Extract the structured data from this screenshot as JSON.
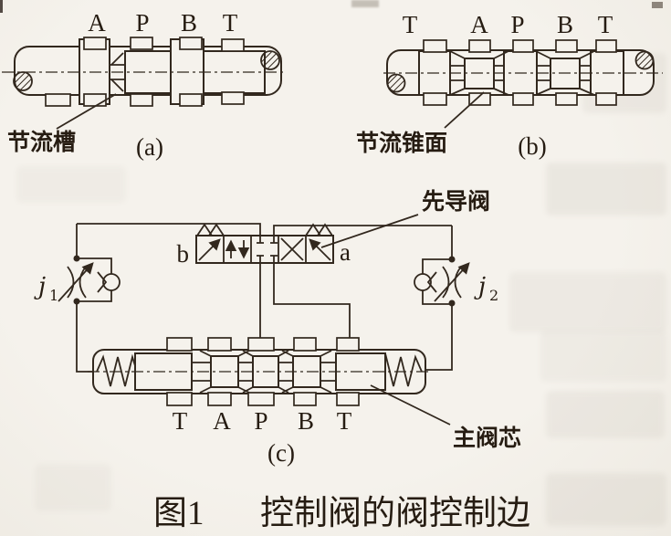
{
  "figure": {
    "panel_a": {
      "ports": [
        "A",
        "P",
        "B",
        "T"
      ],
      "annotation": "节流槽",
      "tag": "(a)"
    },
    "panel_b": {
      "ports": [
        "T",
        "A",
        "P",
        "B",
        "T"
      ],
      "annotation": "节流锥面",
      "tag": "(b)"
    },
    "panel_c": {
      "pilot_valve_label": "先导阀",
      "solenoid_b": "b",
      "solenoid_a": "a",
      "throttle_left": {
        "base": "j",
        "sub": "1"
      },
      "throttle_right": {
        "base": "j",
        "sub": "2"
      },
      "ports": [
        "T",
        "A",
        "P",
        "B",
        "T"
      ],
      "main_spool_label": "主阀芯",
      "tag": "(c)"
    },
    "caption": {
      "number": "图1",
      "title": "控制阀的阀控制边"
    },
    "colors": {
      "ink": "#32281e",
      "paper": "#f5f2ec"
    }
  }
}
